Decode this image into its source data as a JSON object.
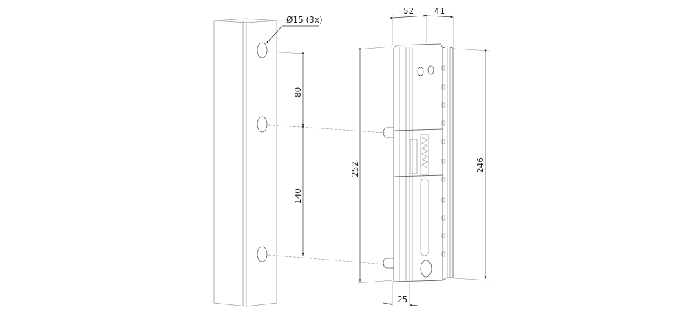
{
  "drawing": {
    "hole_callout": "Ø15 (3x)",
    "dimensions": {
      "hole_spacing_upper": "80",
      "hole_spacing_lower": "140",
      "lock_height_total": "252",
      "rail_height": "246",
      "lock_width": "52",
      "rail_width": "41",
      "lock_depth": "25"
    }
  }
}
